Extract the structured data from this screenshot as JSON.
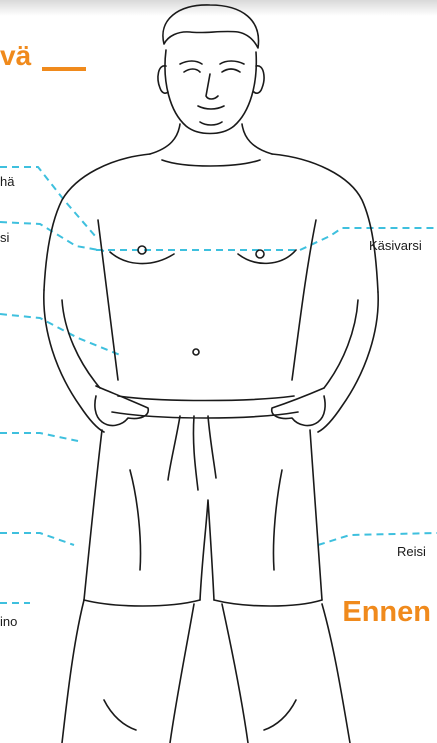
{
  "title_fragment": "vä",
  "labels": {
    "chest": "hä",
    "upper_left": "si",
    "arm": "Käsivarsi",
    "thigh": "Reisi",
    "bottom_left": "ino"
  },
  "badge": "Ennen",
  "colors": {
    "accent": "#f08a1c",
    "dash": "#3ec0de",
    "ink": "#1a1a1a"
  }
}
